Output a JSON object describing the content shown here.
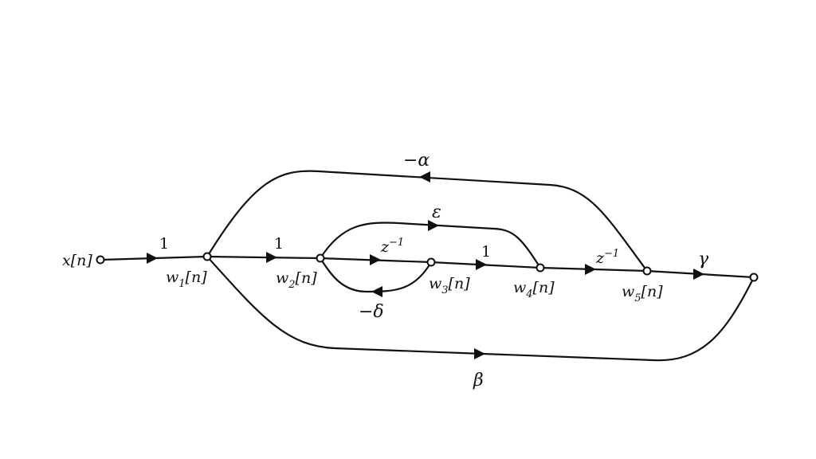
{
  "nodes": {
    "input": {
      "label": "x[n]"
    },
    "w1": {
      "base": "w",
      "sub": "1",
      "arg": "[n]"
    },
    "w2": {
      "base": "w",
      "sub": "2",
      "arg": "[n]"
    },
    "w3": {
      "base": "w",
      "sub": "3",
      "arg": "[n]"
    },
    "w4": {
      "base": "w",
      "sub": "4",
      "arg": "[n]"
    },
    "w5": {
      "base": "w",
      "sub": "5",
      "arg": "[n]"
    }
  },
  "gains": {
    "x_to_w1": "1",
    "w1_to_w2": "1",
    "w2_to_w3_base": "z",
    "w2_to_w3_exp": "−1",
    "w3_to_w4": "1",
    "w4_to_w5_base": "z",
    "w4_to_w5_exp": "−1",
    "w5_to_out": "γ",
    "feedback_top": "−α",
    "forward_epsilon": "ε",
    "feedback_delta": "−δ",
    "feedforward_beta": "β"
  },
  "colors": {
    "line": "#111111",
    "background": "#ffffff"
  }
}
